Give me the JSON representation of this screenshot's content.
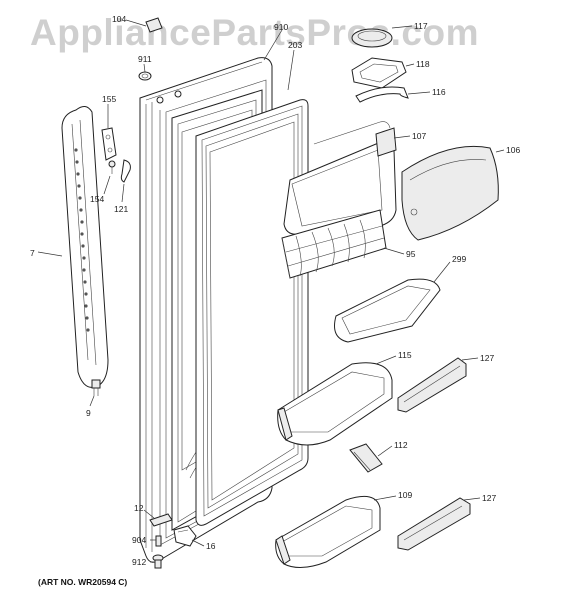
{
  "watermark": "AppliancePartsPros.com",
  "art_number": "(ART NO. WR20594 C)",
  "part_labels": {
    "p104": "104",
    "p910": "910",
    "p203": "203",
    "p911": "911",
    "p117": "117",
    "p118": "118",
    "p116": "116",
    "p155": "155",
    "p107": "107",
    "p106": "106",
    "p154": "154",
    "p121": "121",
    "p7": "7",
    "p95": "95",
    "p299": "299",
    "p115": "115",
    "p127a": "127",
    "p9": "9",
    "p112": "112",
    "p109": "109",
    "p127b": "127",
    "p12": "12",
    "p904": "904",
    "p16": "16",
    "p912": "912"
  }
}
